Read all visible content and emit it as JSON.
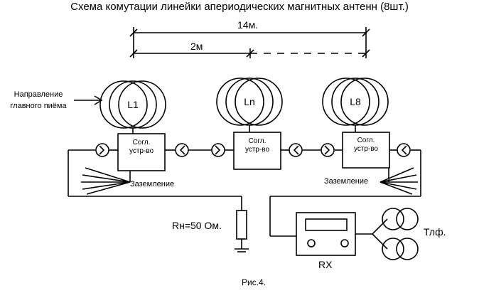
{
  "title": "Схема комутации линейки апериодических магнитных антенн (8шт.)",
  "dimensions": {
    "total": "14м.",
    "spacing": "2м"
  },
  "direction_label": {
    "line1": "Направление",
    "line2": "главного пиёма"
  },
  "antennas": [
    {
      "label": "L1",
      "device_line1": "Согл.",
      "device_line2": "устр-во"
    },
    {
      "label": "Ln",
      "device_line1": "Согл.",
      "device_line2": "устр-во"
    },
    {
      "label": "L8",
      "device_line1": "Согл.",
      "device_line2": "устр-во"
    }
  ],
  "grounding": {
    "left": "Заземление",
    "right": "Заземление"
  },
  "load": "Rн=50 Ом.",
  "receiver": "RX",
  "phones": "Тлф.",
  "caption": "Рис.4."
}
